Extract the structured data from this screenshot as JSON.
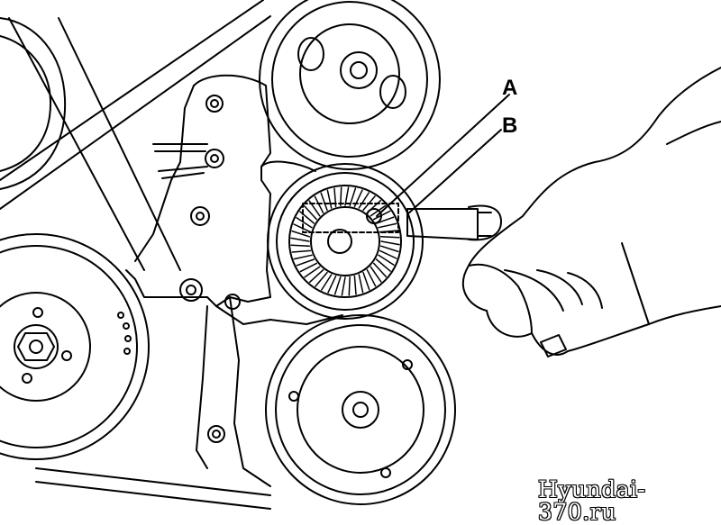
{
  "labels": {
    "a": "A",
    "b": "B"
  },
  "watermark": "Hyundai-370.ru",
  "colors": {
    "line": "#000000",
    "background": "#ffffff"
  }
}
